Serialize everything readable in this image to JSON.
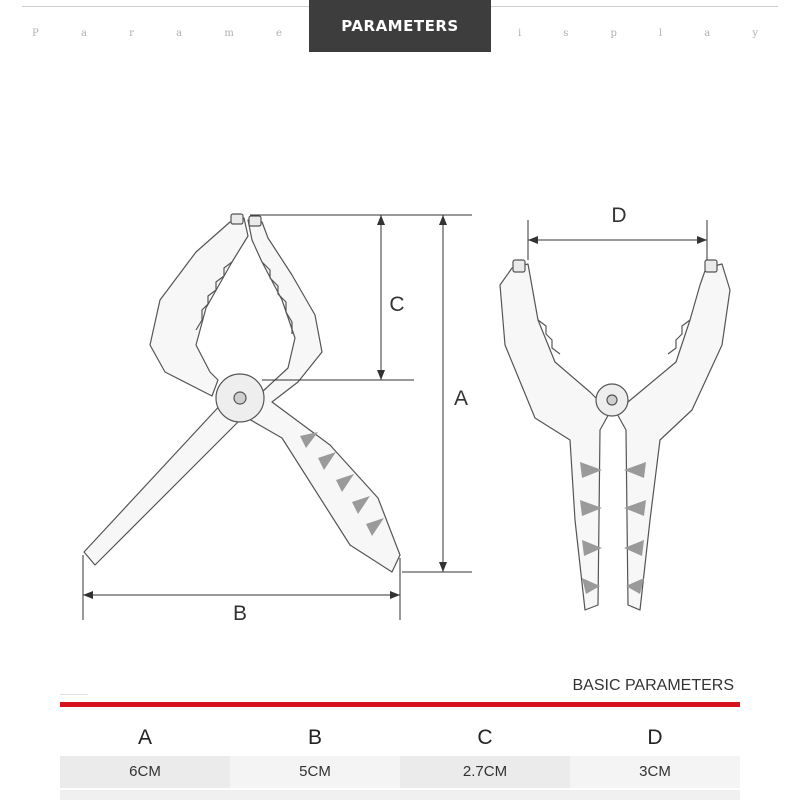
{
  "header": {
    "title": "PARAMETERS",
    "left_spaced": [
      "P",
      "a",
      "r",
      "a",
      "m",
      "e"
    ],
    "right_spaced": [
      "i",
      "s",
      "p",
      "l",
      "a",
      "y"
    ]
  },
  "diagram": {
    "labels": {
      "a": "A",
      "b": "B",
      "c": "C",
      "d": "D"
    }
  },
  "basic": {
    "title": "BASIC PARAMETERS"
  },
  "table": {
    "headers": [
      "A",
      "B",
      "C",
      "D"
    ],
    "values": [
      "6CM",
      "5CM",
      "2.7CM",
      "3CM"
    ]
  }
}
